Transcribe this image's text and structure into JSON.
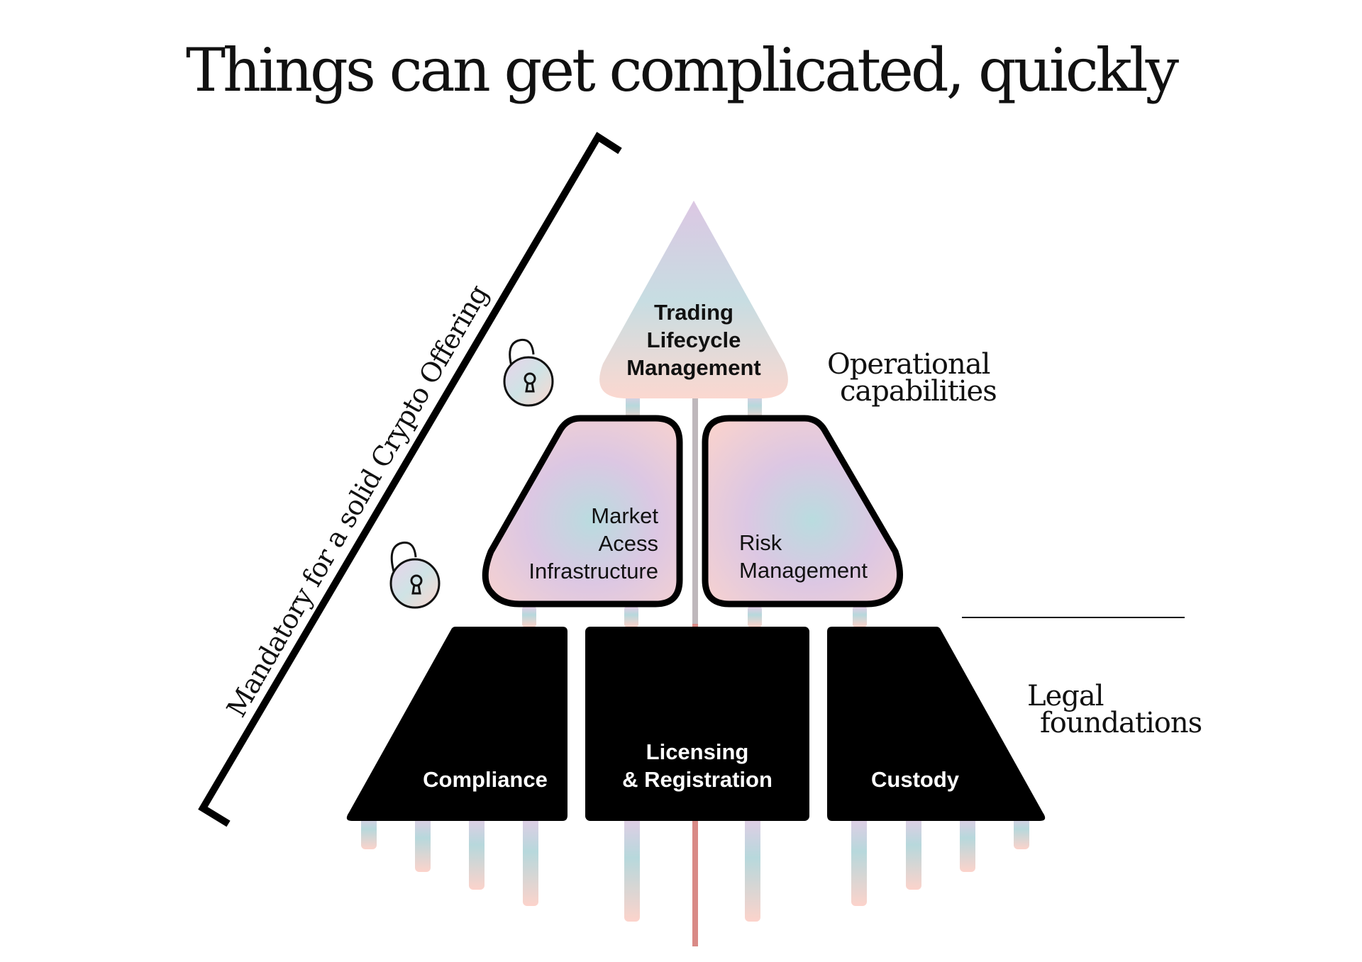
{
  "title": "Things can get complicated, quickly",
  "side_label": "Mandatory for a solid Crypto Offering",
  "layers": {
    "operational": [
      "Operational",
      "capabilities"
    ],
    "legal": [
      "Legal",
      "foundations"
    ]
  },
  "blocks": {
    "top": [
      "Trading",
      "Lifecycle",
      "Management"
    ],
    "market": [
      "Market",
      "Acess",
      "Infrastructure"
    ],
    "risk": [
      "Risk",
      "Management"
    ],
    "compliance": [
      "Compliance"
    ],
    "licensing": [
      "Licensing",
      "& Registration"
    ],
    "custody": [
      "Custody"
    ]
  },
  "colors": {
    "dark": "#000000",
    "gradient_pink": "#fbd3cc",
    "gradient_teal": "#b9dcdf",
    "gradient_lilac": "#dcc7e3",
    "spine": "#d98a86"
  }
}
